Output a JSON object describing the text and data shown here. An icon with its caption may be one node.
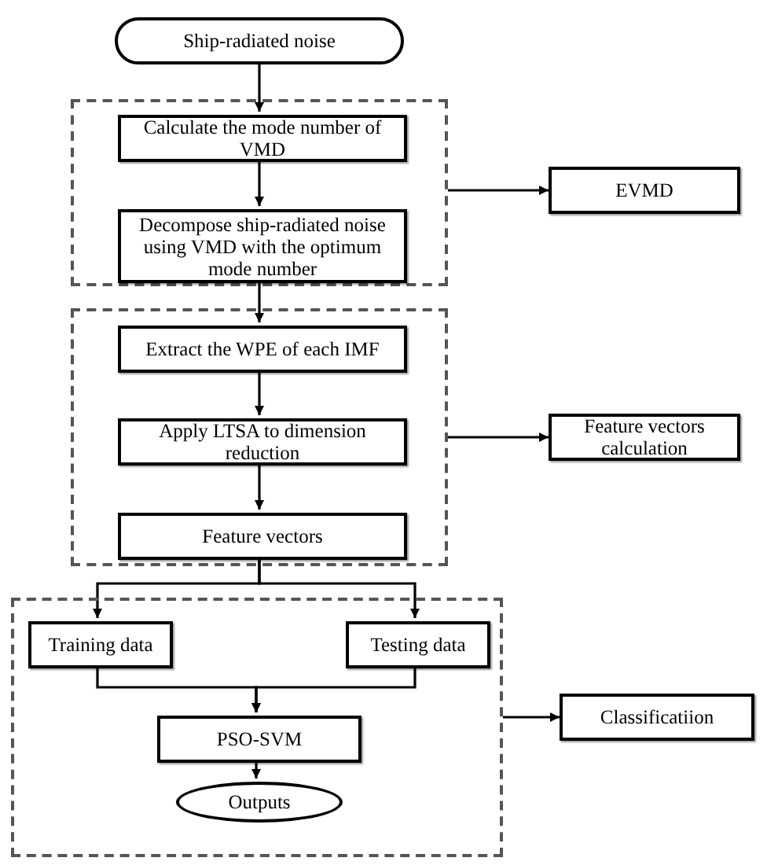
{
  "diagram": {
    "nodes": [
      {
        "text": [
          "Ship-radiated noise"
        ]
      },
      {
        "text": [],
        "shape": "box"
      },
      {
        "text": [
          "Calculate the mode number of VMD"
        ],
        "in": 1
      },
      {
        "text": [
          "Decompose ship-radiated noise using VMD with the optimum mode number"
        ],
        "in": 1
      },
      {
        "text": [
          "EVMD"
        ]
      },
      {
        "text": [],
        "shape": "box"
      },
      {
        "text": [
          "Extract the WPE of each IMF"
        ],
        "in": 5
      },
      {
        "text": [
          "Apply LTSA to dimension reduction"
        ],
        "in": 5
      },
      {
        "text": [
          "Feature vectors"
        ],
        "in": 5
      },
      {
        "text": [
          "Feature vectors calculation"
        ]
      },
      {
        "text": [],
        "shape": "box"
      },
      {
        "text": [
          "Training data"
        ],
        "in": 10
      },
      {
        "text": [
          "Testing data"
        ],
        "in": 10
      },
      {
        "text": [
          "PSO-SVM"
        ],
        "in": 10
      },
      {
        "text": [
          "Outputs"
        ],
        "in": 10
      },
      {
        "text": [
          "Classificatiion"
        ]
      }
    ],
    "edges": [
      {
        "from": 0,
        "to": 2,
        "arrow": "to"
      },
      {
        "from": 2,
        "to": 3,
        "arrow": "to"
      },
      {
        "from": 3,
        "to": 6,
        "arrow": "to"
      },
      {
        "from": 6,
        "to": 7,
        "arrow": "to"
      },
      {
        "from": 7,
        "to": 8,
        "arrow": "to"
      },
      {
        "from": 8,
        "to": 11,
        "arrow": "to"
      },
      {
        "from": 8,
        "to": 12,
        "arrow": "to"
      },
      {
        "from": 11,
        "to": 13,
        "arrow": "to"
      },
      {
        "from": 12,
        "to": 13,
        "arrow": "to"
      },
      {
        "from": 13,
        "to": 14,
        "arrow": "to"
      },
      {
        "from": 1,
        "to": 4,
        "arrow": "to"
      },
      {
        "from": 5,
        "to": 9,
        "arrow": "to"
      },
      {
        "from": 10,
        "to": 15,
        "arrow": "to"
      }
    ]
  }
}
